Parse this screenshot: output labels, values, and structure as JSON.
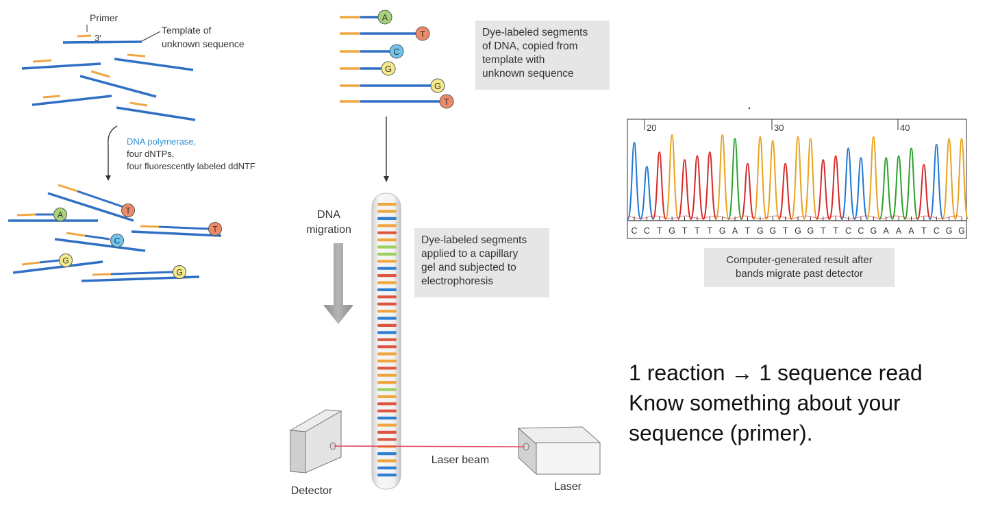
{
  "colors": {
    "strand": "#2f6fc4",
    "primer": "#f0a640",
    "dye_A": "#a7d37a",
    "dye_T": "#ee8a68",
    "dye_C": "#6fc3ee",
    "dye_G": "#f4ea8a",
    "trace_A": "#2ca02c",
    "trace_C": "#1f77d4",
    "trace_G": "#e8a21e",
    "trace_T": "#d62728",
    "laser": "#e04a6a",
    "note_bg": "#e6e6e6"
  },
  "panel1": {
    "primer_label": "Primer",
    "prime_end_label": "3′",
    "template_label": "Template of\nunknown sequence",
    "reagent_line1": "DNA polymerase,",
    "reagent_line2": "four dNTPs,",
    "reagent_line3": "four fluorescently labeled ddNTF",
    "products": [
      "A",
      "T",
      "T",
      "C",
      "G",
      "G"
    ]
  },
  "panel2": {
    "segments": [
      "A",
      "T",
      "C",
      "G",
      "G",
      "T"
    ],
    "segments_note": "Dye-labeled segments\nof DNA, copied from\ntemplate with\nunknown sequence",
    "migration_label_1": "DNA",
    "migration_label_2": "migration",
    "capillary_note": "Dye-labeled segments\napplied to a capillary\ngel and subjected to\nelectrophoresis",
    "detector_label": "Detector",
    "laser_label": "Laser",
    "beam_label": "Laser beam"
  },
  "panel3": {
    "axis_ticks": [
      "20",
      "30",
      "40"
    ],
    "sequence": [
      "C",
      "C",
      "T",
      "G",
      "T",
      "T",
      "T",
      "G",
      "A",
      "T",
      "G",
      "G",
      "T",
      "G",
      "G",
      "T",
      "T",
      "C",
      "C",
      "G",
      "A",
      "A",
      "A",
      "T",
      "C",
      "G",
      "G"
    ],
    "result_note": "Computer-generated result after\nbands migrate past detector"
  },
  "summary": {
    "line1": "1 reaction → 1 sequence read",
    "line2": "Know something about your",
    "line3": "sequence (primer)."
  }
}
